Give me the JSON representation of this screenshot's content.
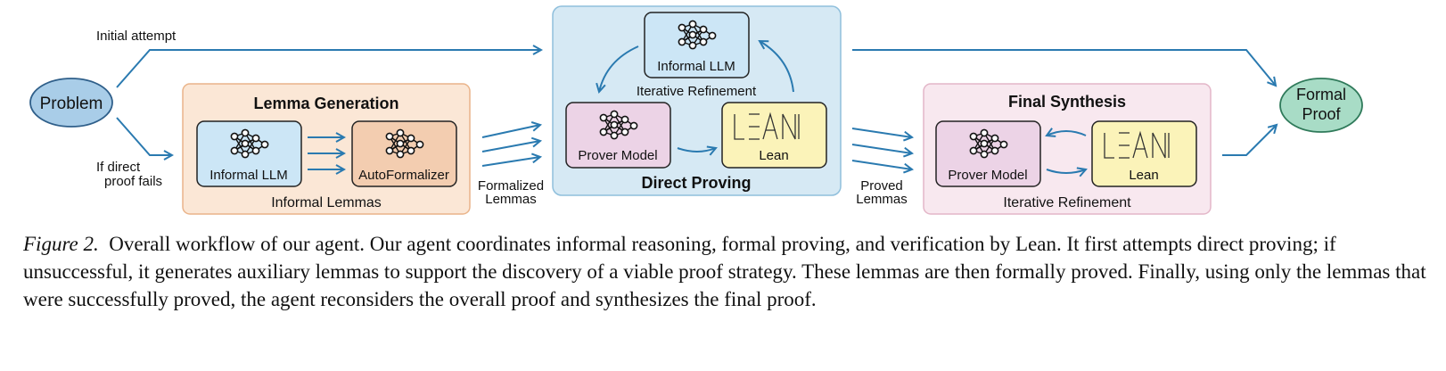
{
  "nodes": {
    "problem": "Problem",
    "formal_proof_line1": "Formal",
    "formal_proof_line2": "Proof"
  },
  "edges": {
    "initial_attempt": "Initial attempt",
    "if_direct_line1": "If direct",
    "if_direct_line2": "proof fails",
    "formalized_line1": "Formalized",
    "formalized_line2": "Lemmas",
    "proved_line1": "Proved",
    "proved_line2": "Lemmas"
  },
  "lemma_generation": {
    "title": "Lemma Generation",
    "informal_llm": "Informal LLM",
    "autoformalizer": "AutoFormalizer",
    "footer": "Informal Lemmas"
  },
  "direct_proving": {
    "title": "Direct Proving",
    "informal_llm": "Informal LLM",
    "iterative": "Iterative Refinement",
    "prover_model": "Prover Model",
    "lean": "Lean"
  },
  "final_synthesis": {
    "title": "Final Synthesis",
    "prover_model": "Prover Model",
    "lean": "Lean",
    "footer": "Iterative Refinement"
  },
  "caption": {
    "figure_label": "Figure 2.",
    "text": "Overall workflow of our agent. Our agent coordinates informal reasoning, formal proving, and verification by Lean. It first attempts direct proving; if unsuccessful, it generates auxiliary lemmas to support the discovery of a viable proof strategy. These lemmas are then formally proved. Finally, using only the lemmas that were successfully proved, the agent reconsiders the overall proof and synthesizes the final proof."
  },
  "colors": {
    "arrow": "#2a7ab0",
    "problem_fill": "#a9cde8",
    "formal_proof_fill": "#a8dcc6",
    "lemma_panel_fill": "#fbe7d6",
    "lemma_panel_stroke": "#eab48a",
    "direct_panel_fill": "#d6e9f4",
    "direct_panel_stroke": "#8fbfdc",
    "synthesis_panel_fill": "#f8e8ef",
    "synthesis_panel_stroke": "#e3b6c8",
    "llm_box_fill": "#cce6f6",
    "autoformalizer_fill": "#f3cdb0",
    "prover_box_fill": "#ecd3e6",
    "lean_box_fill": "#fbf3b9"
  },
  "icons": [
    "neural-network-icon",
    "lean-logo-icon"
  ]
}
